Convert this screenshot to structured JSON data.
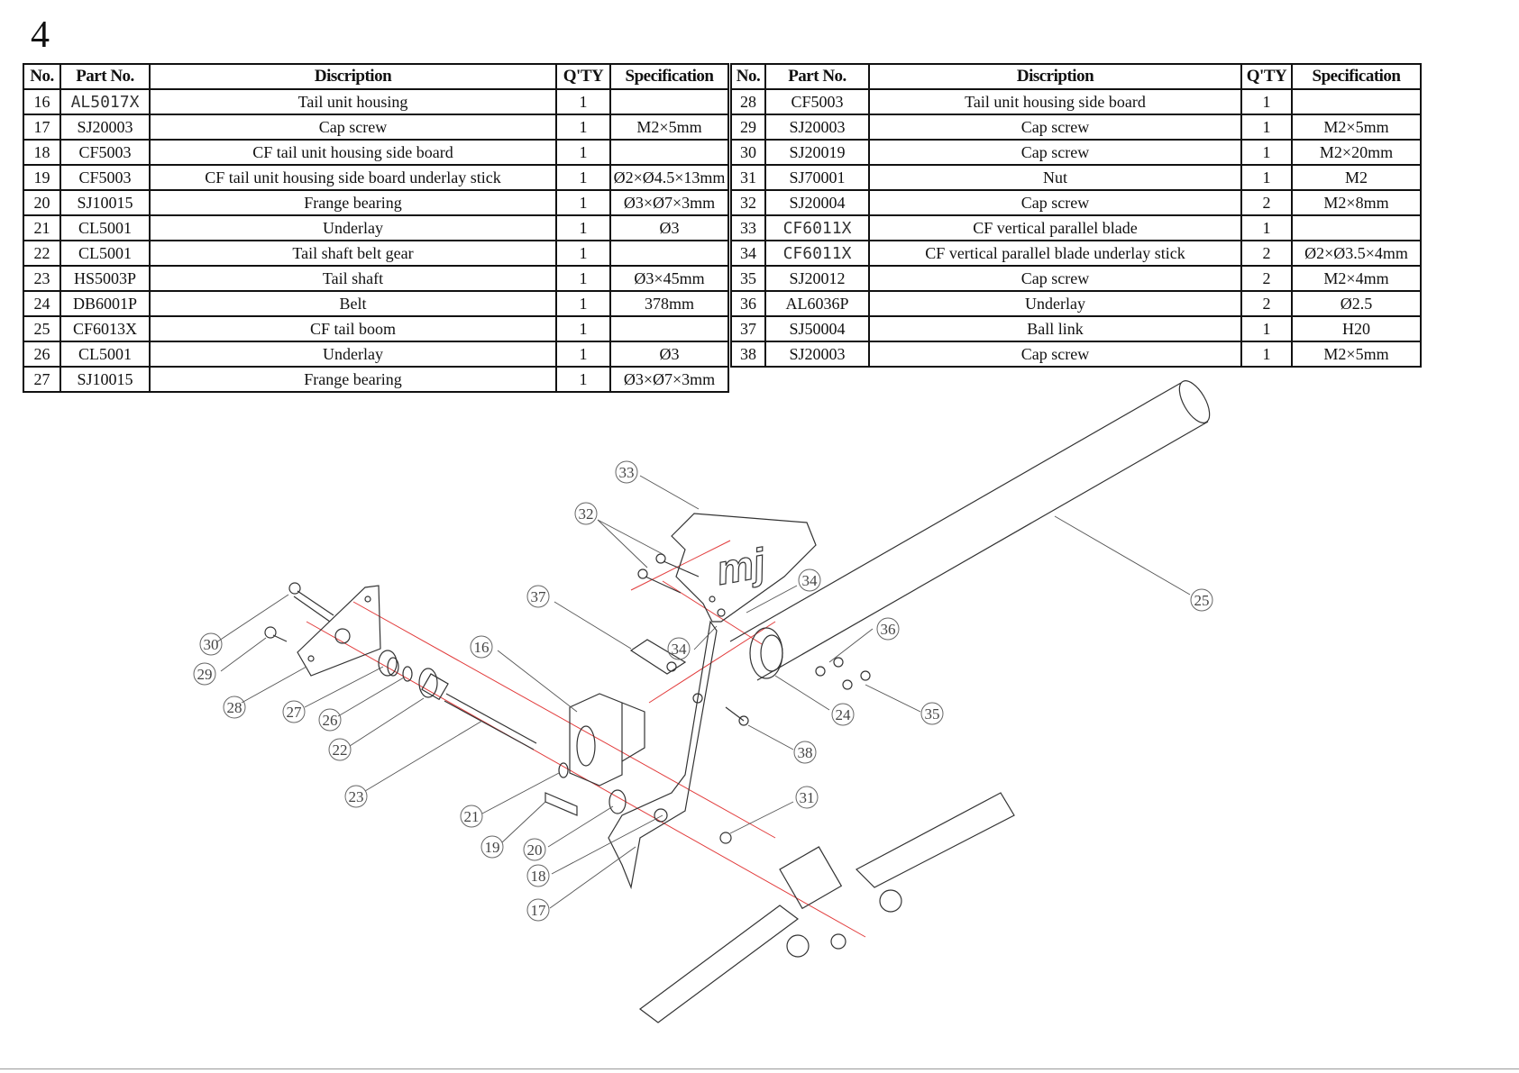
{
  "page_number": "4",
  "table": {
    "headers": [
      "No.",
      "Part No.",
      "Discription",
      "Q'TY",
      "Specification"
    ],
    "left_rows": [
      {
        "no": "16",
        "part_no": "AL5017X",
        "description": "Tail unit housing",
        "qty": "1",
        "spec": ""
      },
      {
        "no": "17",
        "part_no": "SJ20003",
        "description": "Cap screw",
        "qty": "1",
        "spec": "M2×5mm"
      },
      {
        "no": "18",
        "part_no": "CF5003",
        "description": "CF tail unit housing  side board",
        "qty": "1",
        "spec": ""
      },
      {
        "no": "19",
        "part_no": "CF5003",
        "description": "CF tail unit housing  side board underlay stick",
        "qty": "1",
        "spec": "Ø2×Ø4.5×13mm"
      },
      {
        "no": "20",
        "part_no": "SJ10015",
        "description": "Frange bearing",
        "qty": "1",
        "spec": "Ø3×Ø7×3mm"
      },
      {
        "no": "21",
        "part_no": "CL5001",
        "description": "Underlay",
        "qty": "1",
        "spec": "Ø3"
      },
      {
        "no": "22",
        "part_no": "CL5001",
        "description": "Tail shaft belt gear",
        "qty": "1",
        "spec": ""
      },
      {
        "no": "23",
        "part_no": "HS5003P",
        "description": "Tail shaft",
        "qty": "1",
        "spec": "Ø3×45mm"
      },
      {
        "no": "24",
        "part_no": "DB6001P",
        "description": "Belt",
        "qty": "1",
        "spec": "378mm"
      },
      {
        "no": "25",
        "part_no": "CF6013X",
        "description": "CF tail boom",
        "qty": "1",
        "spec": ""
      },
      {
        "no": "26",
        "part_no": "CL5001",
        "description": "Underlay",
        "qty": "1",
        "spec": "Ø3"
      },
      {
        "no": "27",
        "part_no": "SJ10015",
        "description": "Frange bearing",
        "qty": "1",
        "spec": "Ø3×Ø7×3mm"
      }
    ],
    "right_rows": [
      {
        "no": "28",
        "part_no": "CF5003",
        "description": "Tail unit housing  side board",
        "qty": "1",
        "spec": ""
      },
      {
        "no": "29",
        "part_no": "SJ20003",
        "description": "Cap screw",
        "qty": "1",
        "spec": "M2×5mm"
      },
      {
        "no": "30",
        "part_no": "SJ20019",
        "description": "Cap screw",
        "qty": "1",
        "spec": "M2×20mm"
      },
      {
        "no": "31",
        "part_no": "SJ70001",
        "description": "Nut",
        "qty": "1",
        "spec": "M2"
      },
      {
        "no": "32",
        "part_no": "SJ20004",
        "description": "Cap screw",
        "qty": "2",
        "spec": "M2×8mm"
      },
      {
        "no": "33",
        "part_no": "CF6011X",
        "description": "CF vertical parallel blade",
        "qty": "1",
        "spec": ""
      },
      {
        "no": "34",
        "part_no": "CF6011X",
        "description": "CF vertical parallel blade underlay stick",
        "qty": "2",
        "spec": "Ø2×Ø3.5×4mm"
      },
      {
        "no": "35",
        "part_no": "SJ20012",
        "description": "Cap screw",
        "qty": "2",
        "spec": "M2×4mm"
      },
      {
        "no": "36",
        "part_no": "AL6036P",
        "description": "Underlay",
        "qty": "2",
        "spec": "Ø2.5"
      },
      {
        "no": "37",
        "part_no": "SJ50004",
        "description": "Ball link",
        "qty": "1",
        "spec": "H20"
      },
      {
        "no": "38",
        "part_no": "SJ20003",
        "description": "Cap screw",
        "qty": "1",
        "spec": "M2×5mm"
      }
    ]
  },
  "diagram": {
    "logo_text": "mj",
    "callouts": [
      "16",
      "17",
      "18",
      "19",
      "20",
      "21",
      "22",
      "23",
      "24",
      "25",
      "26",
      "27",
      "28",
      "29",
      "30",
      "31",
      "32",
      "33",
      "34",
      "34",
      "35",
      "36",
      "37",
      "38"
    ]
  }
}
